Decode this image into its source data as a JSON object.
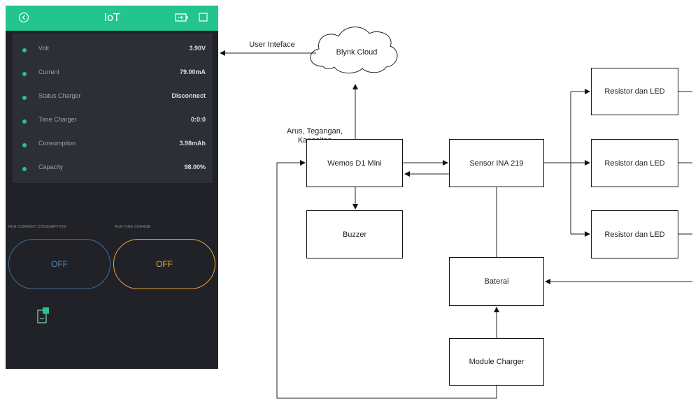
{
  "phone": {
    "title": "IoT",
    "rows": [
      {
        "label": "Volt",
        "value": "3.90V"
      },
      {
        "label": "Current",
        "value": "79.00mA"
      },
      {
        "label": "Status Charger",
        "value": "Disconnect"
      },
      {
        "label": "Time Charger",
        "value": "0:0:0"
      },
      {
        "label": "Consumption",
        "value": "3.98mAh"
      },
      {
        "label": "Capacity",
        "value": "98.00%"
      }
    ],
    "buttons": [
      {
        "caption": "RUN CURRENT CONSUMPTION",
        "state": "OFF",
        "color": "#3a6ea5"
      },
      {
        "caption": "RUN TIME CHARGE",
        "state": "OFF",
        "color": "#e8a33d"
      }
    ],
    "accent_color": "#23c48e",
    "icons": {
      "back": "back-arrow-icon",
      "battery": "battery-icon",
      "stop": "square-icon",
      "widget": "tablet-widget-icon"
    }
  },
  "diagram": {
    "cloud": "Blynk Cloud",
    "user_interface_label": "User Inteface",
    "measurements_label": [
      "Arus, Tegangan,",
      "Kapasitas"
    ],
    "wemos": "Wemos D1 Mini",
    "sensor": "Sensor INA 219",
    "buzzer": "Buzzer",
    "baterai": "Baterai",
    "charger": "Module Charger",
    "resistors": [
      "Resistor dan LED",
      "Resistor dan LED",
      "Resistor dan LED"
    ]
  }
}
